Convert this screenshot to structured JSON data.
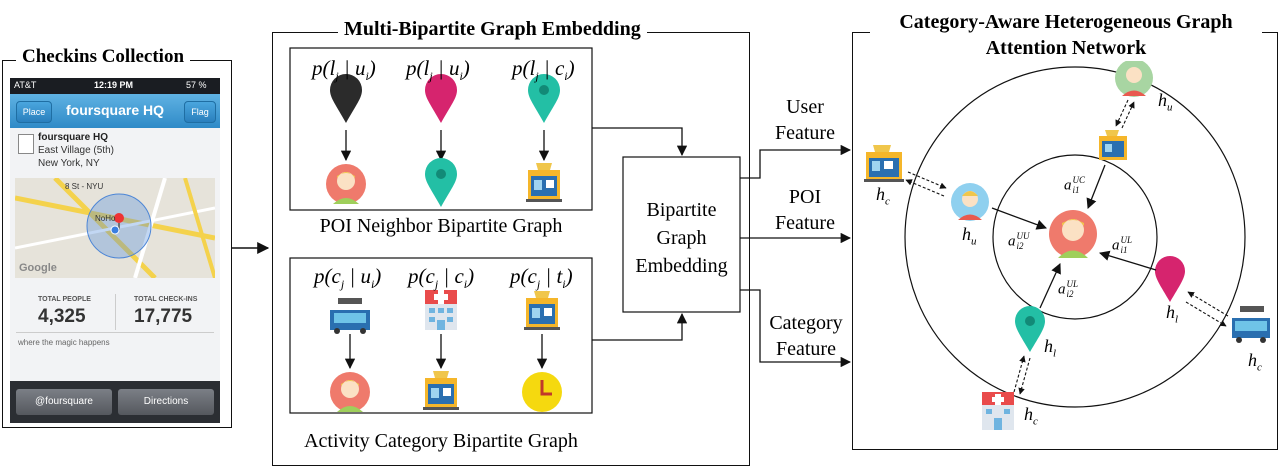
{
  "panels": {
    "checkins": {
      "title": "Checkins Collection"
    },
    "embedding": {
      "title": "Multi-Bipartite Graph Embedding"
    },
    "attention": {
      "title_line1": "Category-Aware Heterogeneous Graph",
      "title_line2": "Attention Network"
    }
  },
  "phone": {
    "carrier": "AT&T",
    "time": "12:19 PM",
    "battery": "57 %",
    "nav_left": "Place",
    "nav_title": "foursquare HQ",
    "nav_right": "Flag",
    "venue_name": "foursquare HQ",
    "venue_area": "East Village (5th)",
    "venue_city": "New York, NY",
    "map_labels": [
      "NoHo",
      "8 St - NYU",
      "Google"
    ],
    "stat1_label": "TOTAL PEOPLE",
    "stat1_value": "4,325",
    "stat2_label": "TOTAL CHECK-INS",
    "stat2_value": "17,775",
    "tagline": "where the magic happens",
    "btn1": "@foursquare",
    "btn2": "Directions"
  },
  "embedding": {
    "poi_probs": [
      "p(l",
      "p(l",
      "p(l"
    ],
    "poi_graph_label": "POI Neighbor Bipartite Graph",
    "activity_graph_label": "Activity Category Bipartite Graph",
    "center_box": [
      "Bipartite",
      "Graph",
      "Embedding"
    ]
  },
  "features": {
    "user": [
      "User",
      "Feature"
    ],
    "poi": [
      "POI",
      "Feature"
    ],
    "category": [
      "Category",
      "Feature"
    ]
  },
  "colors": {
    "pin_black": "#2b2b2b",
    "pin_magenta": "#d6246e",
    "pin_teal": "#23bfa5",
    "user_red": "#ef7a6c",
    "user_blue": "#8fd0ef",
    "user_green": "#a8d5a2",
    "clock_yellow": "#f5d90f",
    "hospital_red": "#e94b4b"
  }
}
